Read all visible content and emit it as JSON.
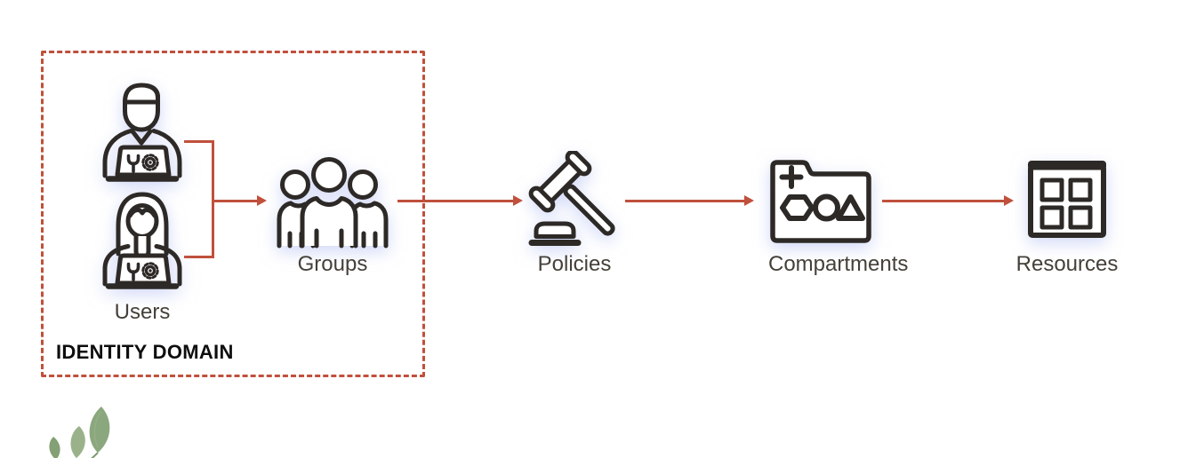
{
  "colors": {
    "accent": "#c0503c",
    "icon_stroke": "#2d2926",
    "label_text": "#454039",
    "domain_label_text": "#0e0e0e",
    "leaf_green": "#8ba77d",
    "leaf_green_light": "#9ab28a",
    "leaf_green_dark": "#84a075",
    "stem_green": "#7e9c6e",
    "background": "#ffffff"
  },
  "identity_domain": {
    "label": "IDENTITY DOMAIN",
    "contains": [
      "Users",
      "Groups"
    ]
  },
  "nodes": {
    "users": {
      "label": "Users",
      "icon": "two people at laptops with wrench and gear on screens"
    },
    "groups": {
      "label": "Groups",
      "icon": "three people group"
    },
    "policies": {
      "label": "Policies",
      "icon": "gavel"
    },
    "compartments": {
      "label": "Compartments",
      "icon": "folder with plus, hexagon, circle, triangle"
    },
    "resources": {
      "label": "Resources",
      "icon": "window with 2x2 grid"
    }
  },
  "edges": [
    {
      "from": "Users",
      "to": "Groups"
    },
    {
      "from": "Groups",
      "to": "Policies"
    },
    {
      "from": "Policies",
      "to": "Compartments"
    },
    {
      "from": "Compartments",
      "to": "Resources"
    }
  ],
  "decoration": {
    "bottom_left": "green leaf sprigs, partially cropped"
  }
}
